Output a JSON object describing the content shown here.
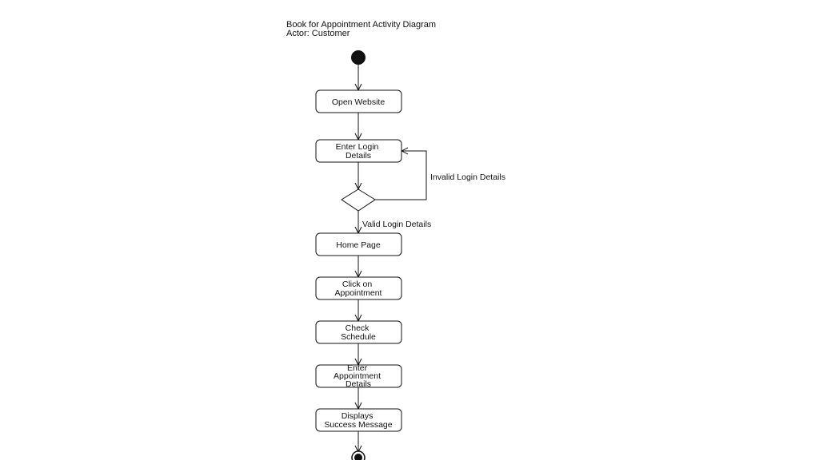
{
  "diagram": {
    "title": "Book for Appointment Activity Diagram",
    "actor": "Actor: Customer"
  },
  "nodes": {
    "open_website": [
      "Open Website"
    ],
    "enter_login": [
      "Enter Login",
      "Details"
    ],
    "home_page": [
      "Home Page"
    ],
    "click_appointment": [
      "Click on",
      "Appointment"
    ],
    "check_schedule": [
      "Check",
      "Schedule"
    ],
    "enter_appointment": [
      "Enter",
      "Appointment",
      "Details"
    ],
    "displays_success": [
      "Displays",
      "Success Message"
    ]
  },
  "edges": {
    "invalid_login": "Invalid Login Details",
    "valid_login": "Valid Login Details"
  }
}
